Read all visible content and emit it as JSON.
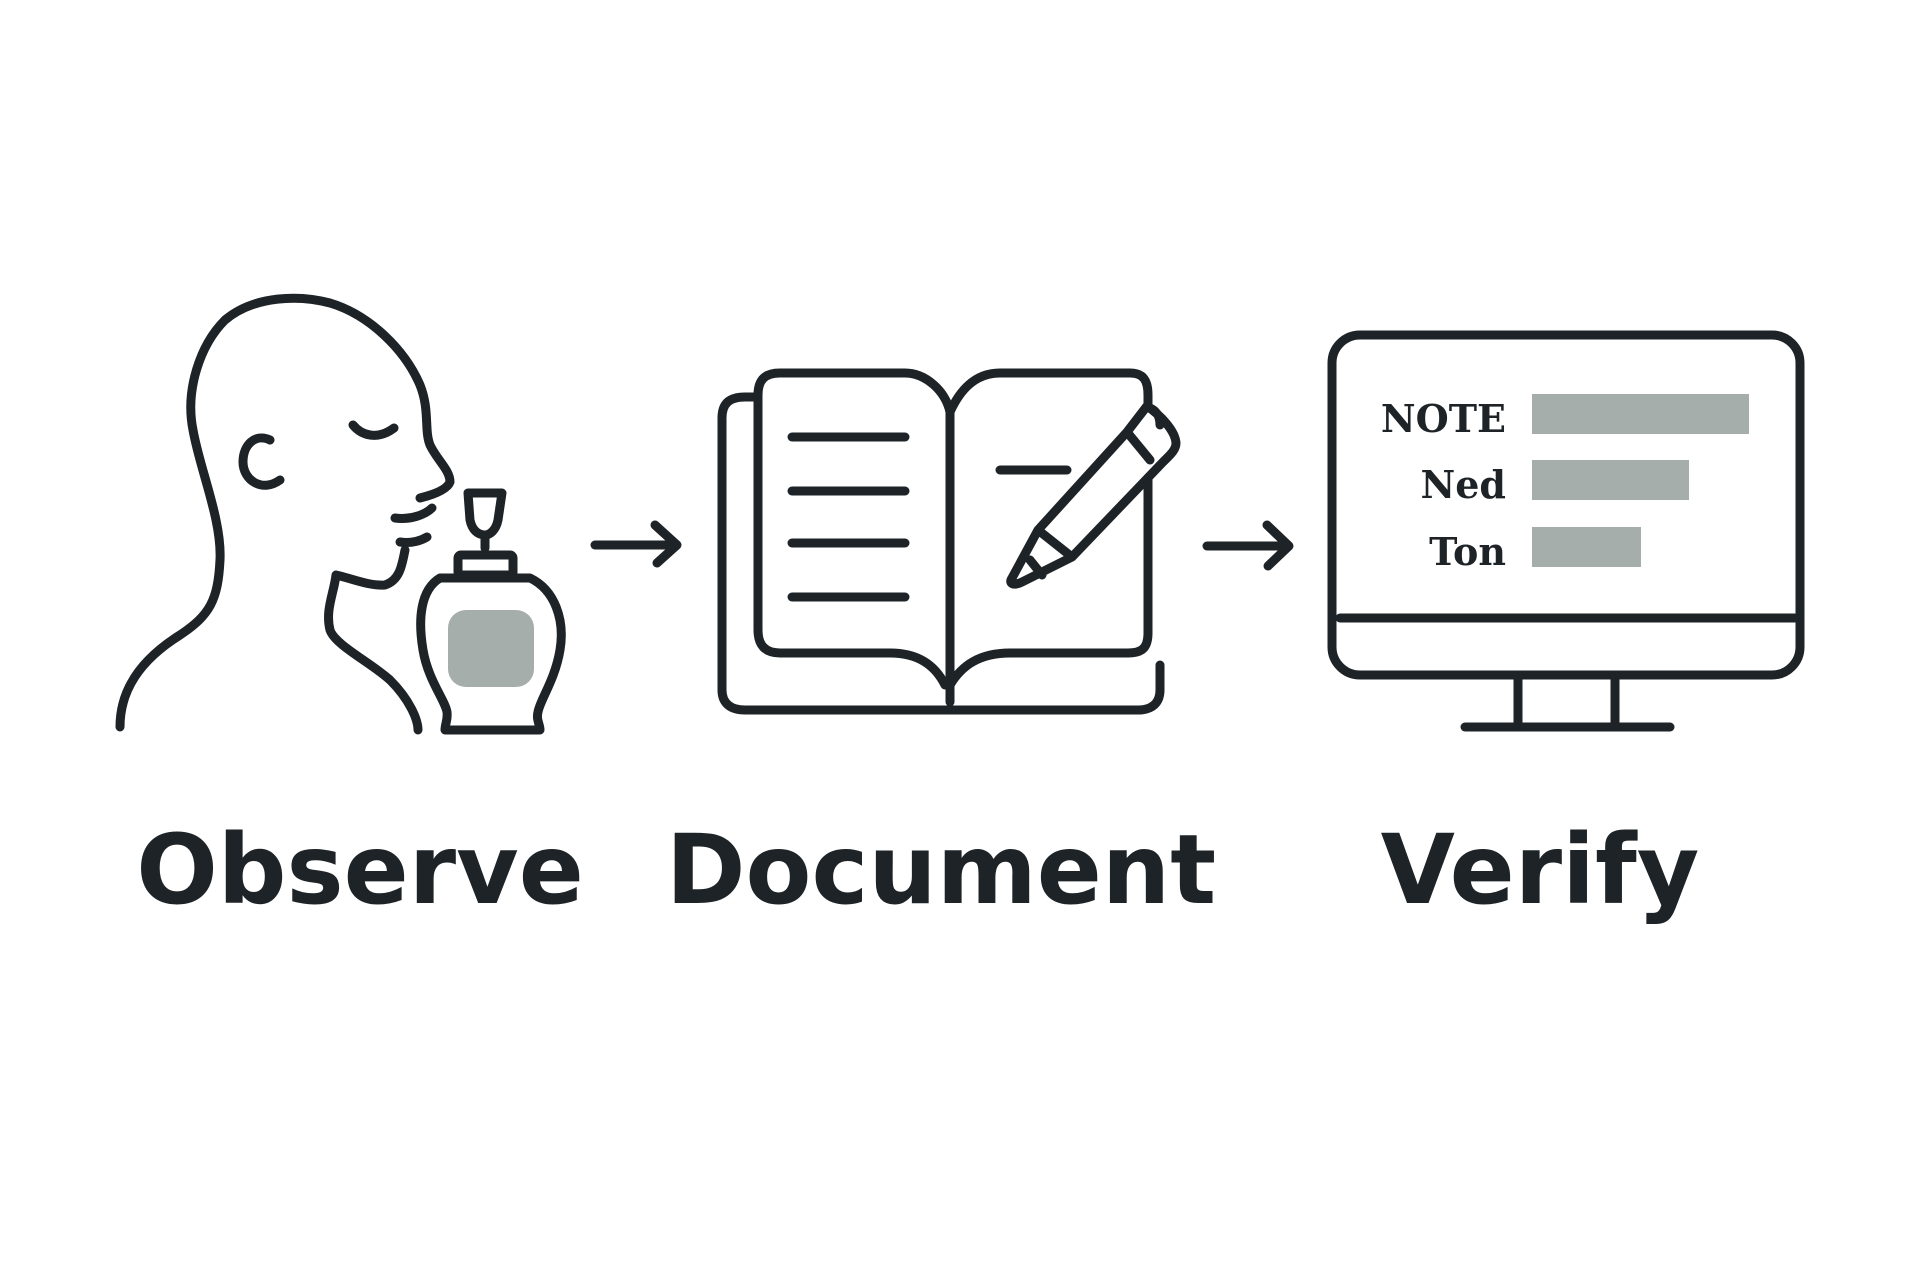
{
  "diagram": {
    "steps": [
      {
        "label": "Observe",
        "icon": "person-smelling-bottle-icon"
      },
      {
        "label": "Document",
        "icon": "notebook-with-pencil-icon"
      },
      {
        "label": "Verify",
        "icon": "monitor-icon"
      }
    ],
    "monitor_screen": {
      "rows": [
        {
          "label": "NOTE"
        },
        {
          "label": "Ned"
        },
        {
          "label": "Ton"
        }
      ]
    },
    "colors": {
      "stroke": "#1d2326",
      "fill_gray": "#a5aeab",
      "background": "#ffffff"
    }
  }
}
